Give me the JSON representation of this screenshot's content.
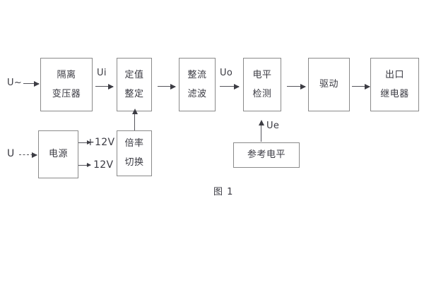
{
  "figure": {
    "caption": "图 1",
    "colors": {
      "background": "#ffffff",
      "block_border": "#8a8a8a",
      "line": "#55555c",
      "text": "#3a3a42"
    }
  },
  "signal_chain": {
    "input_label": "U~",
    "blocks": [
      {
        "id": "isolation-transformer",
        "line1": "隔离",
        "line2": "变压器"
      },
      {
        "id": "setting-value",
        "line1": "定值",
        "line2": "整定"
      },
      {
        "id": "rectify-filter",
        "line1": "整流",
        "line2": "滤波"
      },
      {
        "id": "level-detection",
        "line1": "电平",
        "line2": "检测"
      },
      {
        "id": "drive",
        "line1": "驱动",
        "line2": ""
      },
      {
        "id": "output-relay",
        "line1": "出口",
        "line2": "继电器"
      }
    ],
    "signal_labels": {
      "ui": "Ui",
      "uo": "Uo",
      "ue": "Ue"
    }
  },
  "power_chain": {
    "input_label": "U",
    "supply": {
      "id": "power-supply",
      "line1": "电源",
      "line2": ""
    },
    "rails": [
      {
        "id": "rail-positive",
        "label": "+12V"
      },
      {
        "id": "rail-negative",
        "label": "- 12V"
      }
    ],
    "multiplier": {
      "id": "multiplier-switch",
      "line1": "倍率",
      "line2": "切换"
    },
    "reference": {
      "id": "reference-level",
      "line1": "参考电平",
      "line2": ""
    }
  }
}
